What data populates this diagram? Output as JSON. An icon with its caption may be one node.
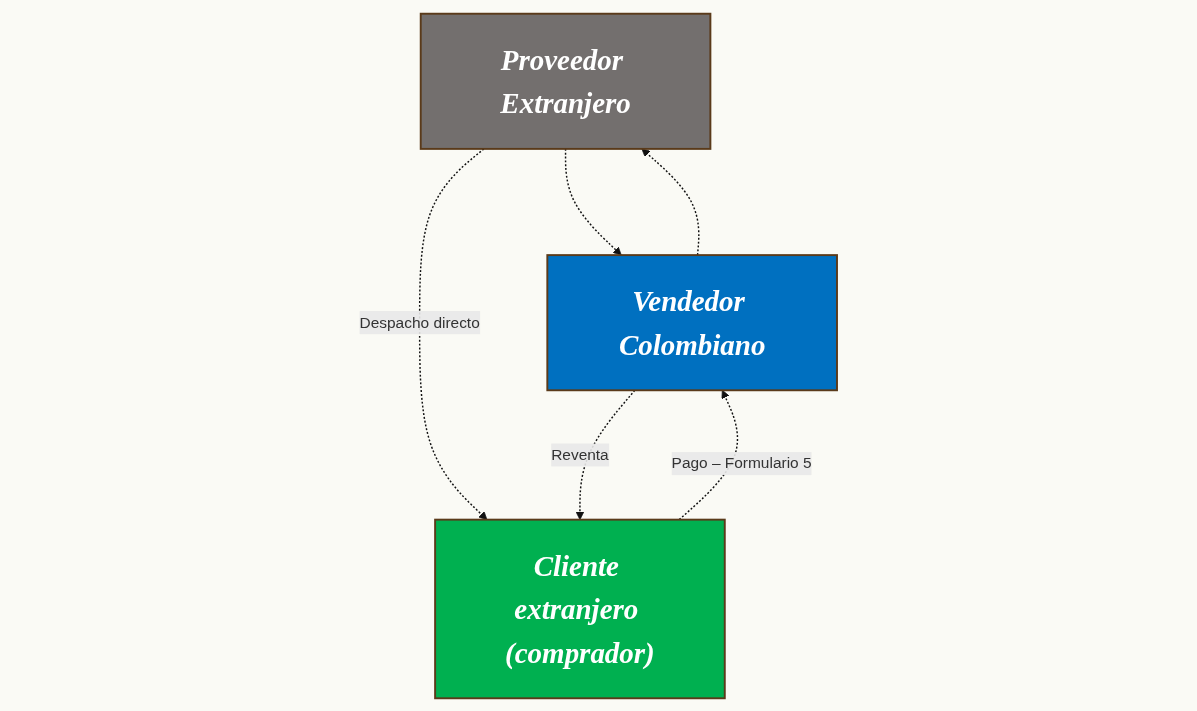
{
  "diagram": {
    "nodes": [
      {
        "text": [
          "Proveedor Extranjero"
        ]
      },
      {
        "text": [
          "Vendedor Colombiano"
        ]
      },
      {
        "text": [
          "Cliente extranjero (comprador)"
        ]
      }
    ],
    "edges": [
      {
        "from": 0,
        "to": 1,
        "arrow": "to",
        "style": "dashed"
      },
      {
        "from": 1,
        "to": 0,
        "arrow": "to",
        "style": "dashed"
      },
      {
        "from": 0,
        "to": 2,
        "arrow": "to",
        "style": "dashed",
        "label": "Despacho directo"
      },
      {
        "from": 2,
        "to": 1,
        "arrow": "to",
        "style": "dashed",
        "label": "Pago – Formulario 5"
      },
      {
        "from": 1,
        "to": 2,
        "arrow": "to",
        "style": "dashed",
        "label": "Reventa"
      }
    ]
  }
}
